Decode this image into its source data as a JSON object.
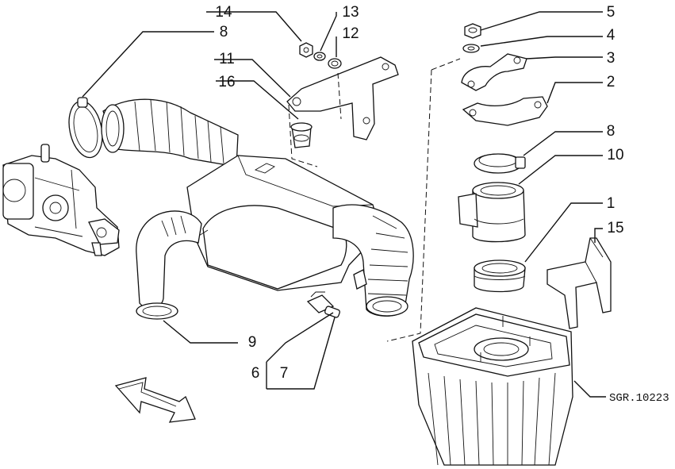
{
  "diagram": {
    "code": "SGR.10223",
    "callouts": {
      "c1": "1",
      "c2": "2",
      "c3": "3",
      "c4": "4",
      "c5": "5",
      "c6": "6",
      "c7": "7",
      "c8a": "8",
      "c8b": "8",
      "c9": "9",
      "c10": "10",
      "c11": "11",
      "c12": "12",
      "c13": "13",
      "c14": "14",
      "c15": "15",
      "c16": "16"
    },
    "icons": [
      "direction-arrow-icon"
    ]
  }
}
